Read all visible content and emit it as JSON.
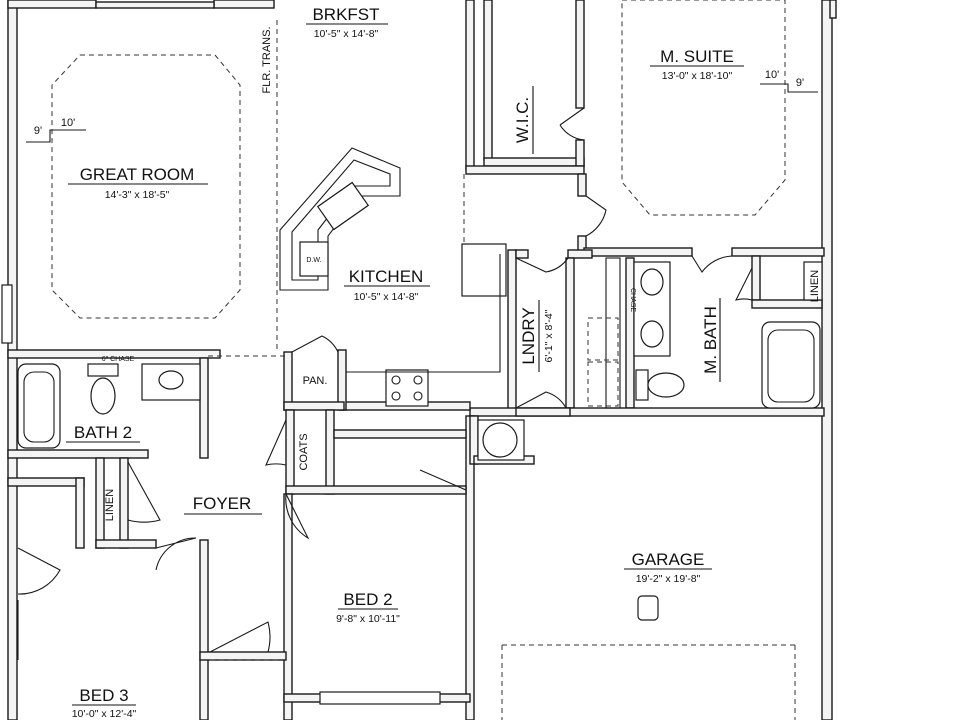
{
  "rooms": {
    "brkfst": {
      "name": "BRKFST",
      "dim": "10'-5\" x 14'-8\""
    },
    "great_room": {
      "name": "GREAT ROOM",
      "dim": "14'-3\" x 18'-5\""
    },
    "kitchen": {
      "name": "KITCHEN",
      "dim": "10'-5\" x 14'-8\""
    },
    "m_suite": {
      "name": "M. SUITE",
      "dim": "13'-0\" x 18'-10\""
    },
    "wic": {
      "name": "W.I.C."
    },
    "lndry": {
      "name": "LNDRY",
      "dim": "6'-1\" x 8'-4\""
    },
    "m_bath": {
      "name": "M. BATH"
    },
    "bath2": {
      "name": "BATH 2"
    },
    "foyer": {
      "name": "FOYER"
    },
    "garage": {
      "name": "GARAGE",
      "dim": "19'-2\" x 19'-8\""
    },
    "bed2": {
      "name": "BED 2",
      "dim": "9'-8\" x 10'-11\""
    },
    "bed3": {
      "name": "BED 3",
      "dim": "10'-0\" x 12'-4\""
    }
  },
  "labels": {
    "flr_trans": "FLR. TRANS.",
    "pan": "PAN.",
    "coats": "COATS",
    "linen": "LINEN",
    "dw": "D.W.",
    "chase": "CHASE",
    "chase_bath2": "6\" CHASE"
  },
  "ceiling": {
    "great_room_low": "9'",
    "great_room_high": "10'",
    "m_suite_low": "9'",
    "m_suite_high": "10'"
  }
}
